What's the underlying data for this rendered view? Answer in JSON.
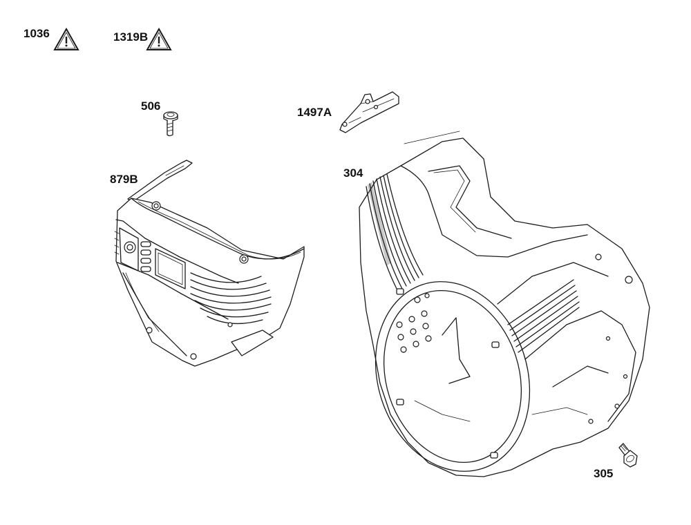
{
  "labels": {
    "warning_1036": "1036",
    "warning_1319b": "1319B",
    "screw_506": "506",
    "bracket_1497a": "1497A",
    "cover_879b": "879B",
    "housing_304": "304",
    "screw_305": "305"
  },
  "icons": {
    "warning": "warning-triangle-icon"
  }
}
